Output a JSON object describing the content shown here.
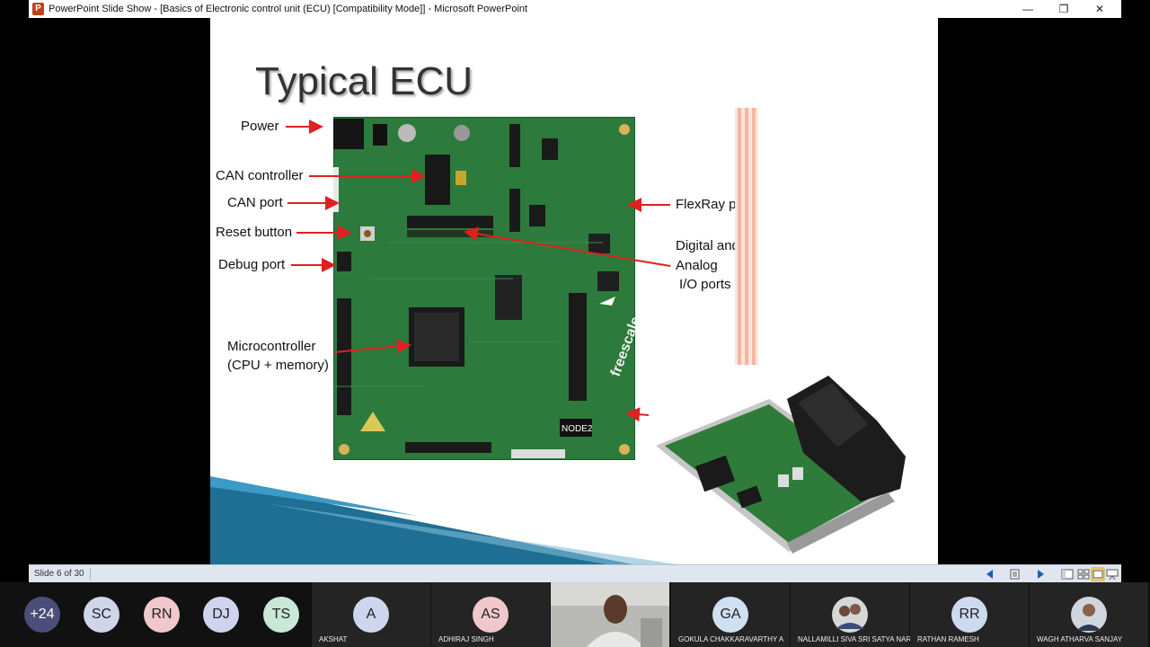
{
  "window": {
    "title": "PowerPoint Slide Show - [Basics of Electronic control unit (ECU) [Compatibility Mode]] - Microsoft PowerPoint",
    "app_icon_letter": "P",
    "controls": {
      "minimize": "—",
      "restore": "❐",
      "close": "✕"
    }
  },
  "slide": {
    "title": "Typical ECU",
    "labels": {
      "power": "Power",
      "can_controller": "CAN controller",
      "can_port": "CAN port",
      "reset_button": "Reset button",
      "debug_port": "Debug port",
      "microcontroller_1": "Microcontroller",
      "microcontroller_2": "(CPU + memory)",
      "flexray_port": "FlexRay port",
      "io_1": "Digital and",
      "io_2": "Analog",
      "io_3": "I/O ports"
    },
    "board_text": {
      "brand": "freescale",
      "node": "NODE2"
    },
    "colors": {
      "pcb": "#2c7a3c",
      "arrow": "#e02020",
      "rail": "#f6b59e",
      "deco_blue": "#1e6f93"
    }
  },
  "statusbar": {
    "slide_counter": "Slide 6 of 30"
  },
  "participants": {
    "circles": [
      {
        "initials": "+24",
        "color": "#4b4e7a"
      },
      {
        "initials": "SC",
        "color": "#cfd6ea"
      },
      {
        "initials": "RN",
        "color": "#f0c8cc"
      },
      {
        "initials": "DJ",
        "color": "#cfd3ee"
      },
      {
        "initials": "TS",
        "color": "#c9e8d6"
      }
    ],
    "tiles": [
      {
        "name": "AKSHAT",
        "initials": "A",
        "color": "#cdd6ee"
      },
      {
        "name": "ADHIRAJ SINGH",
        "initials": "AS",
        "color": "#f0c8cc"
      },
      {
        "name": "",
        "initials": "",
        "color": ""
      },
      {
        "name": "GOKULA CHAKKARAVARTHY A",
        "initials": "GA",
        "color": "#cfe0f2"
      },
      {
        "name": "NALLAMILLI  SIVA SRI SATYA NARA...",
        "initials": "",
        "color": ""
      },
      {
        "name": "RATHAN RAMESH",
        "initials": "RR",
        "color": "#cdd9ee"
      },
      {
        "name": "WAGH ATHARVA SANJAY",
        "initials": "",
        "color": ""
      }
    ]
  }
}
